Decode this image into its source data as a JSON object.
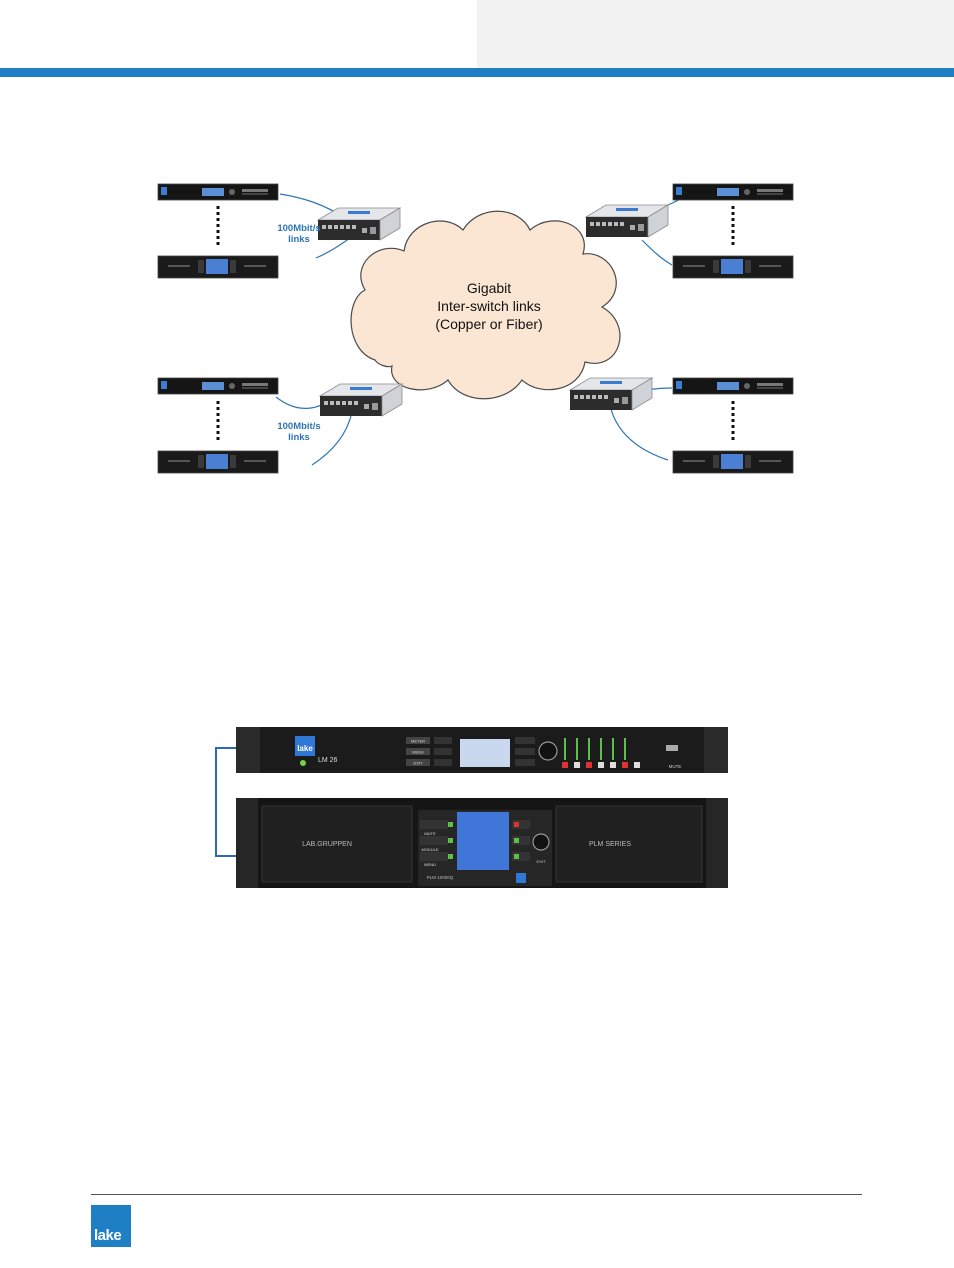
{
  "diagram": {
    "cloud_label_lines": [
      "Gigabit",
      "Inter-switch links",
      "(Copper or Fiber)"
    ],
    "link_label_lines": [
      "100Mbit/s",
      "links"
    ]
  },
  "devices": {
    "processor_brand": "lake",
    "processor_model": "LM 26",
    "processor_buttons": [
      "METER",
      "MENU",
      "EXIT"
    ],
    "processor_mute_label": "MUTE",
    "amp_brand": "LAB.GRUPPEN",
    "amp_series": "PLM SERIES",
    "amp_model": "PLM 10000Q",
    "amp_buttons": [
      "MUTE",
      "MODULE",
      "MENU"
    ],
    "amp_exit_label": "EXIT"
  },
  "footer": {
    "logo_text": "lake"
  },
  "colors": {
    "accent": "#1f7fc4",
    "cloud_fill": "#fbe6d3",
    "link_blue": "#2e75b6"
  }
}
